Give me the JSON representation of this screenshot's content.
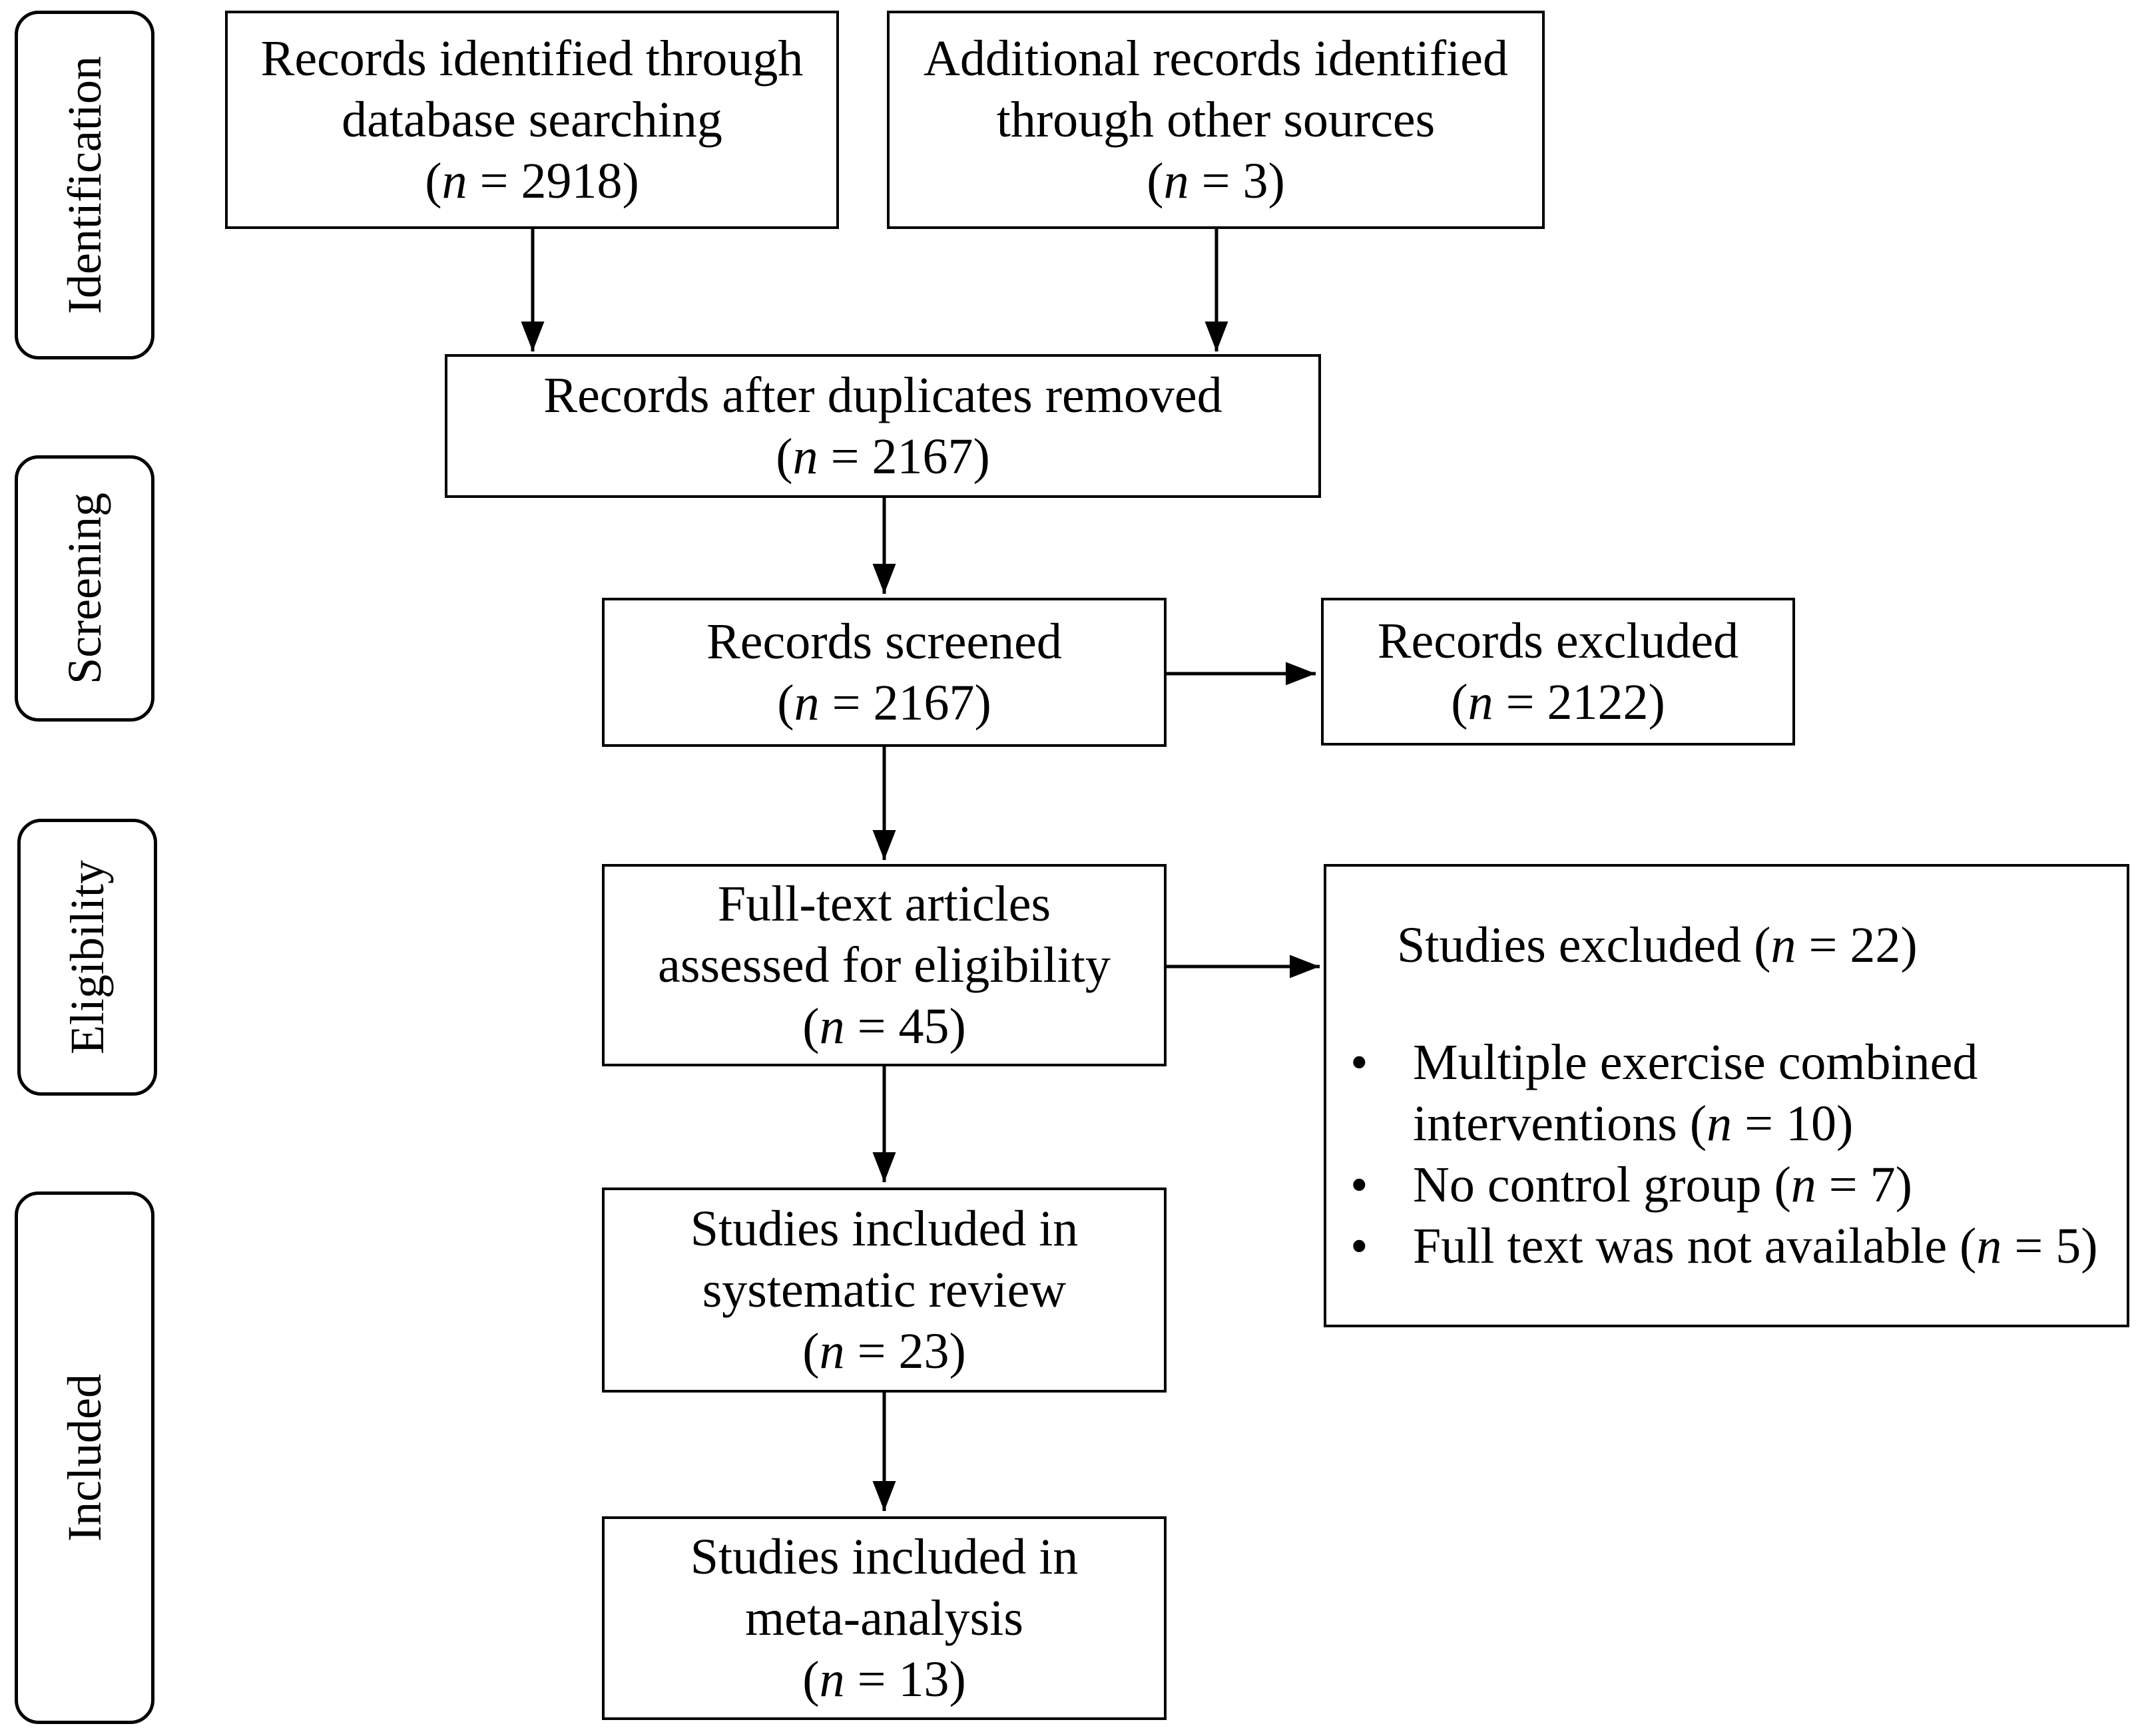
{
  "phases": {
    "identification": "Identification",
    "screening": "Screening",
    "eligibility": "Eligibility",
    "included": "Included"
  },
  "boxes": {
    "database_search": {
      "lines": [
        "Records identified through",
        "database searching"
      ],
      "n_value": "2918"
    },
    "other_sources": {
      "lines": [
        "Additional records identified",
        "through other sources"
      ],
      "n_value": "3"
    },
    "after_duplicates": {
      "lines": [
        "Records after duplicates removed"
      ],
      "n_value": "2167"
    },
    "screened": {
      "lines": [
        "Records screened"
      ],
      "n_value": "2167"
    },
    "records_excluded": {
      "lines": [
        "Records excluded"
      ],
      "n_value": "2122"
    },
    "full_text": {
      "lines": [
        "Full-text articles",
        "assessed for eligibility"
      ],
      "n_value": "45"
    },
    "systematic_review": {
      "lines": [
        "Studies included in",
        "systematic review"
      ],
      "n_value": "23"
    },
    "meta_analysis": {
      "lines": [
        "Studies included in",
        "meta-analysis"
      ],
      "n_value": "13"
    }
  },
  "studies_excluded": {
    "title": "Studies excluded",
    "n_value": "22",
    "bullet": "•",
    "reasons": [
      {
        "lines": [
          "Multiple exercise combined",
          "interventions"
        ],
        "n_value": "10"
      },
      {
        "lines": [
          "No control group"
        ],
        "n_value": "7"
      },
      {
        "lines": [
          "Full text was not available"
        ],
        "n_value": "5"
      }
    ]
  },
  "n_symbol": {
    "var": "n",
    "eq": " = ",
    "open": "(",
    "close": ")"
  }
}
